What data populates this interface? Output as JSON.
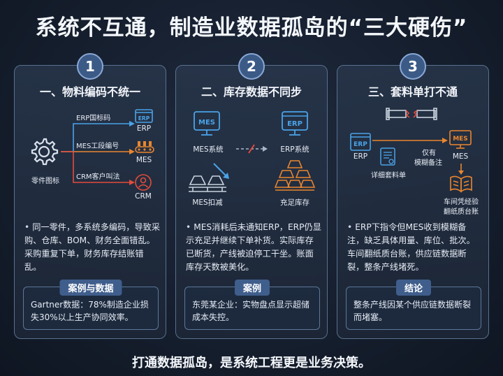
{
  "title": "系统不互通，制造业数据孤岛的“三大硬伤”",
  "footer": "打通数据孤岛，是系统工程更是业务决策。",
  "colors": {
    "blue": "#4aa3e8",
    "orange": "#e9862e",
    "red": "#e34b3c"
  },
  "panels": [
    {
      "number": "1",
      "title": "一、物料编码不统一",
      "diagram": {
        "part_label": "零件图标",
        "branches": [
          {
            "code": "ERP国标码",
            "system": "ERP",
            "icon": "erp-window-icon"
          },
          {
            "code": "MES工段编号",
            "system": "MES",
            "icon": "conveyor-icon"
          },
          {
            "code": "CRM客户叫法",
            "system": "CRM",
            "icon": "user-icon"
          }
        ]
      },
      "description": "同一零件，多系统多编码，导致采购、仓库、BOM、财务全面错乱。采购重复下单，财务库存结账错乱。",
      "box_label": "案例与数据",
      "box_text": "Gartner数据：78%制造企业损失30%以上生产协同效率。"
    },
    {
      "number": "2",
      "title": "二、库存数据不同步",
      "diagram": {
        "mes_system": "MES系统",
        "erp_system": "ERP系统",
        "mes_deduct": "MES扣减",
        "erp_stock": "充足库存",
        "mes_box": "MES",
        "erp_box": "ERP"
      },
      "description": "MES消耗后未通知ERP，ERP仍显示充足并继续下单补货。实际库存已断货，产线被迫停工干坐。账面库存天数被美化。",
      "box_label": "案例",
      "box_text": "东莞某企业：实物盘点显示超储成本失控。"
    },
    {
      "number": "3",
      "title": "三、套料单打不通",
      "diagram": {
        "erp": "ERP",
        "mes": "MES",
        "erp_box": "ERP",
        "mes_box": "MES",
        "vague": "模糊备注",
        "vague_prefix": "仅有",
        "detail": "详细套料单",
        "book_line1": "车间凭经验",
        "book_line2": "翻纸质台账"
      },
      "description": "ERP下指令但MES收到模糊备注，缺乏具体用量、库位、批次。车间翻纸质台账，供应链数据断裂，整条产线堵死。",
      "box_label": "结论",
      "box_text": "整条产线因某个供应链数据断裂而堵塞。"
    }
  ]
}
